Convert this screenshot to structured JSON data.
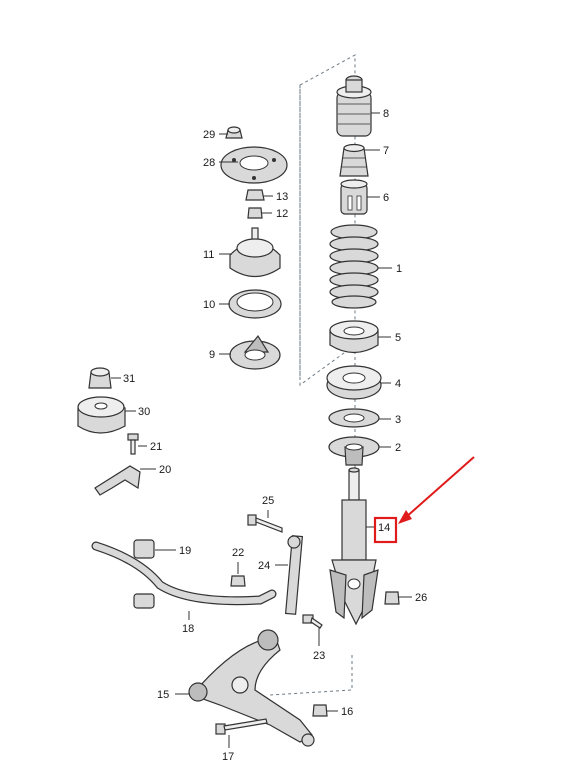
{
  "colors": {
    "highlight": "#e01b1b",
    "line": "#333333",
    "part": "#d9d9d9"
  },
  "callouts": {
    "c1": "1",
    "c2": "2",
    "c3": "3",
    "c4": "4",
    "c5": "5",
    "c6": "6",
    "c7": "7",
    "c8": "8",
    "c9": "9",
    "c10": "10",
    "c11": "11",
    "c12": "12",
    "c13": "13",
    "c14": "14",
    "c15": "15",
    "c16": "16",
    "c17": "17",
    "c18": "18",
    "c19": "19",
    "c20": "20",
    "c21": "21",
    "c22": "22",
    "c23": "23",
    "c24": "24",
    "c25": "25",
    "c26": "26",
    "c28": "28",
    "c29": "29",
    "c30": "30",
    "c31": "31"
  },
  "highlighted_part": "14"
}
